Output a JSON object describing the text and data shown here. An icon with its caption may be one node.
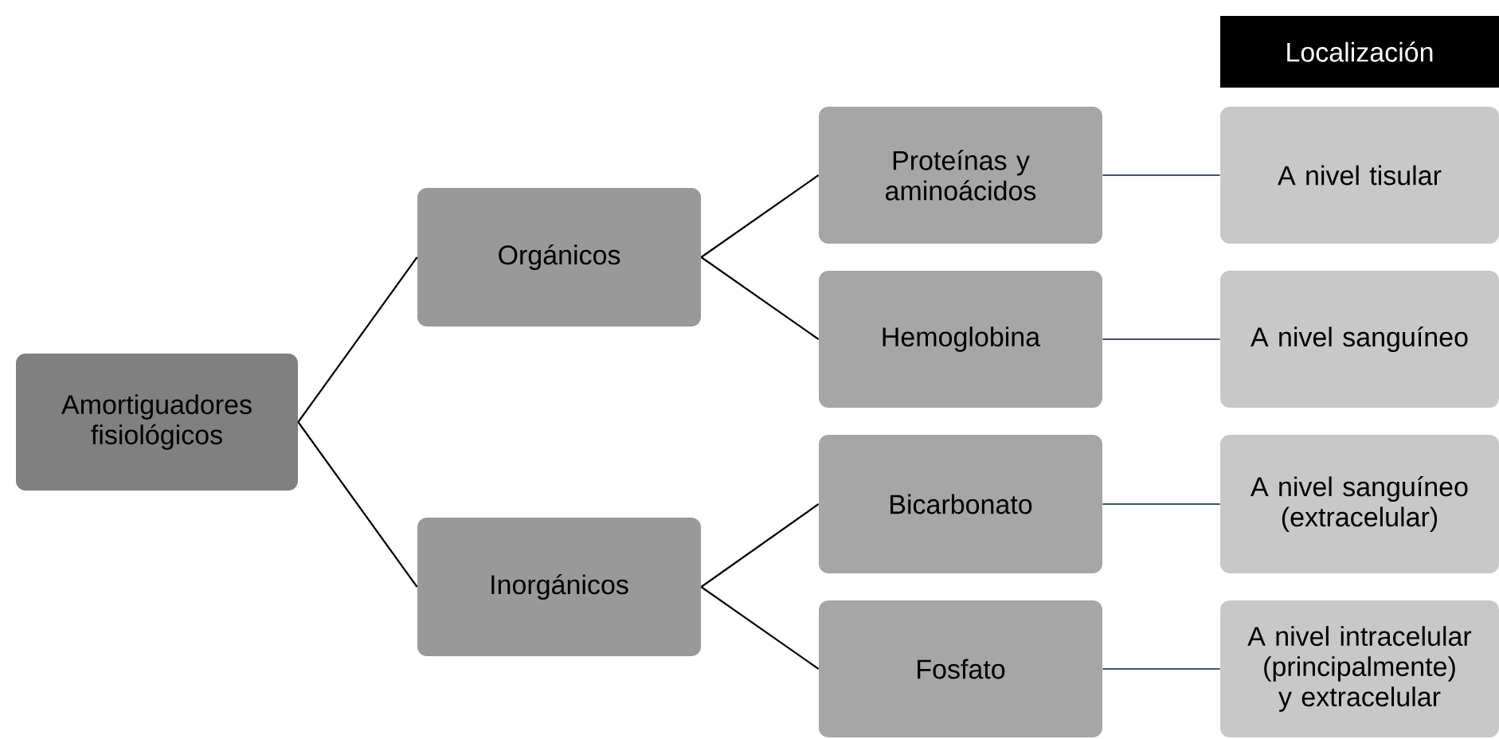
{
  "diagram": {
    "nodes": [
      {
        "text": [
          "Amortiguadores fisiológicos"
        ]
      },
      {
        "text": [
          "Orgánicos"
        ]
      },
      {
        "text": [
          "Inorgánicos"
        ]
      },
      {
        "text": [
          "Proteínas y aminoácidos"
        ]
      },
      {
        "text": [
          "Hemoglobina"
        ]
      },
      {
        "text": [
          "Bicarbonato"
        ]
      },
      {
        "text": [
          "Fosfato"
        ]
      },
      {
        "text": [
          "A nivel tisular"
        ]
      },
      {
        "text": [
          "A nivel sanguíneo"
        ]
      },
      {
        "text": [
          "A nivel sanguíneo (extracelular)"
        ]
      },
      {
        "text": [
          "A nivel intracelular (principalmente) y extracelular"
        ]
      },
      {
        "text": [
          "Localización"
        ]
      }
    ],
    "edges": [
      {
        "from": 0,
        "to": 1,
        "arrow": "none"
      },
      {
        "from": 0,
        "to": 2,
        "arrow": "none"
      },
      {
        "from": 1,
        "to": 3,
        "arrow": "none"
      },
      {
        "from": 1,
        "to": 4,
        "arrow": "none"
      },
      {
        "from": 2,
        "to": 5,
        "arrow": "none"
      },
      {
        "from": 2,
        "to": 6,
        "arrow": "none"
      },
      {
        "from": 3,
        "to": 7,
        "arrow": "none",
        "color": "#44546a"
      },
      {
        "from": 4,
        "to": 8,
        "arrow": "none",
        "color": "#44546a"
      },
      {
        "from": 5,
        "to": 9,
        "arrow": "none",
        "color": "#44546a"
      },
      {
        "from": 6,
        "to": 10,
        "arrow": "none",
        "color": "#44546a"
      }
    ]
  }
}
